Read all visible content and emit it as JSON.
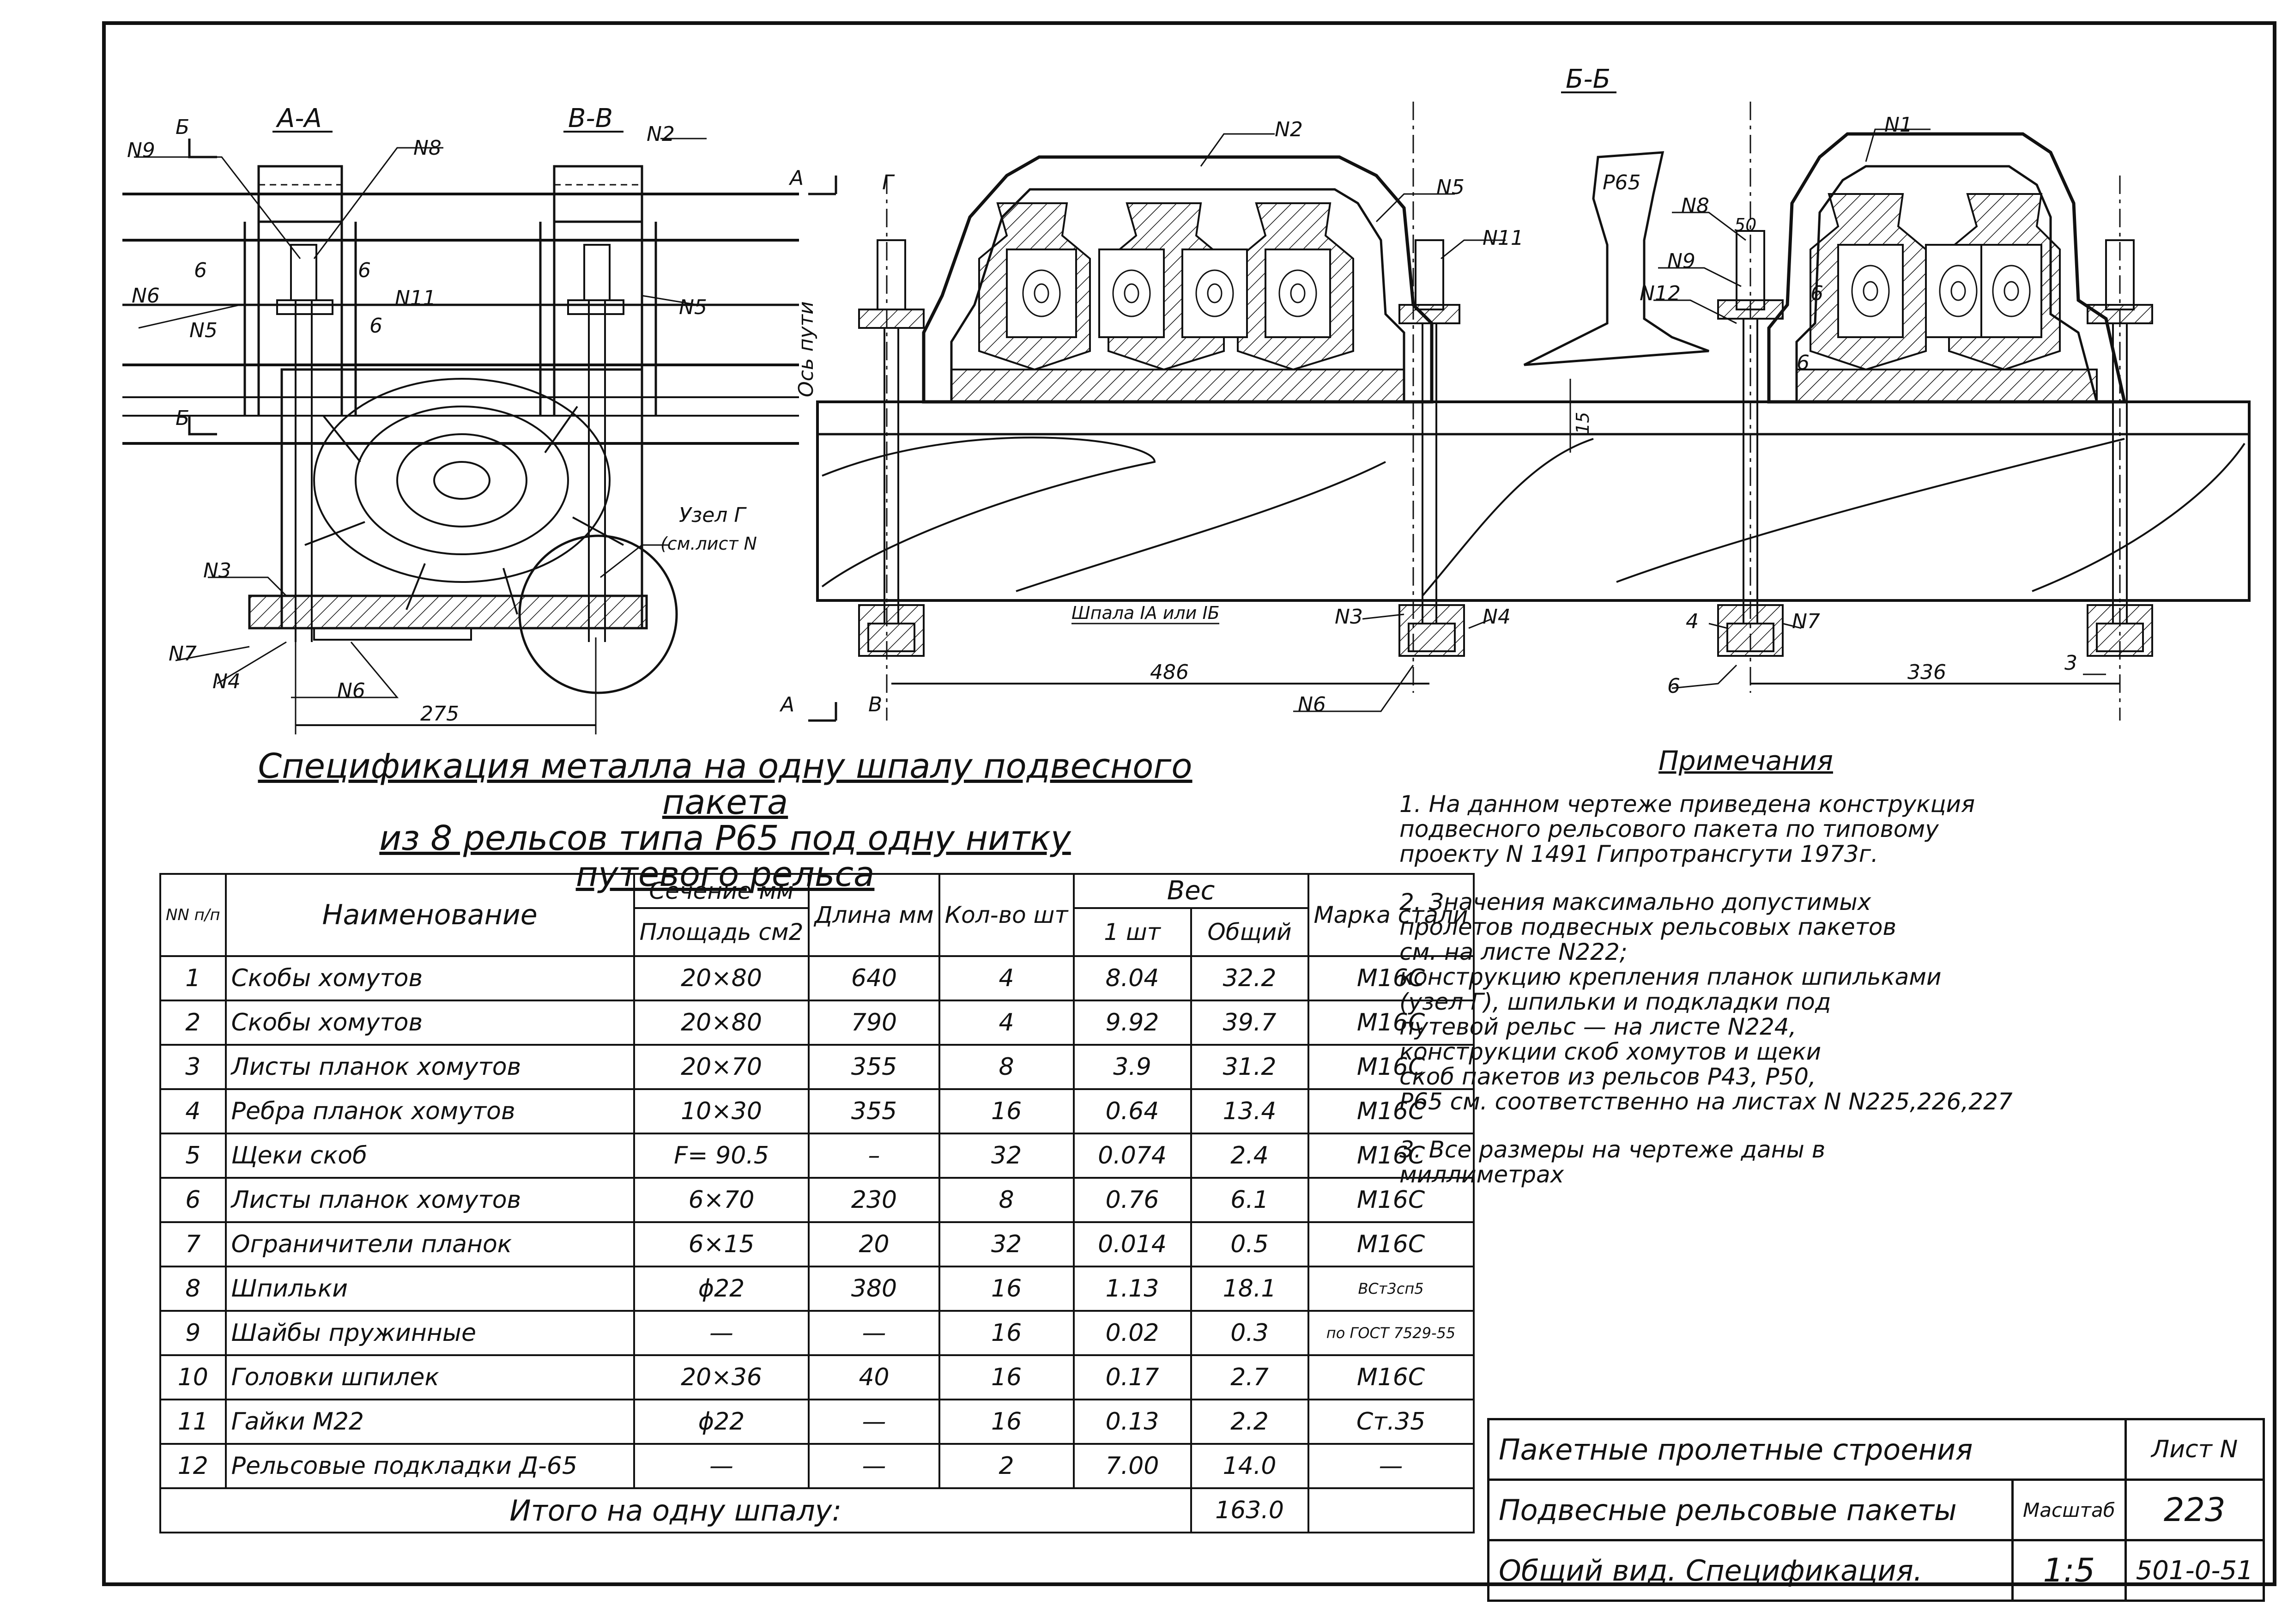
{
  "drawing": {
    "views": {
      "section_aa": "А-А",
      "section_vv": "В-В",
      "section_bb": "Б-Б"
    },
    "labels": {
      "n1": "N1",
      "n2": "N2",
      "n3": "N3",
      "n4": "N4",
      "n5": "N5",
      "n6": "N6",
      "n7": "N7",
      "n8": "N8",
      "n9": "N9",
      "n11": "N11",
      "n12": "N12",
      "b": "Б",
      "a": "А",
      "v": "В",
      "g": "Г",
      "six": "6",
      "four": "4",
      "three": "3",
      "rail": "Р65",
      "axis": "Ось пути",
      "node": "Узел Г",
      "node_ref": "(см.лист N",
      "sleeper": "Шпала IА или IБ",
      "fifteen": "15",
      "fifty": "50"
    },
    "dimensions": {
      "d275": "275",
      "d486": "486",
      "d336": "336"
    }
  },
  "spec": {
    "title_lines": [
      "Спецификация металла на одну шпалу подвесного пакета",
      "из 8 рельсов типа Р65 под одну нитку",
      "путевого рельса"
    ],
    "headers": {
      "nn": "NN п/п",
      "name": "Наименование",
      "section": "Сечение мм",
      "area": "Площадь см2",
      "length": "Длина мм",
      "qty": "Кол-во шт",
      "weight": "Вес",
      "w1": "1 шт",
      "wt": "Общий",
      "steel": "Марка стали"
    },
    "rows": [
      {
        "n": "1",
        "name": "Скобы хомутов",
        "sec": "20×80",
        "len": "640",
        "qty": "4",
        "w1": "8.04",
        "wt": "32.2",
        "steel": "М16С"
      },
      {
        "n": "2",
        "name": "Скобы хомутов",
        "sec": "20×80",
        "len": "790",
        "qty": "4",
        "w1": "9.92",
        "wt": "39.7",
        "steel": "М16С"
      },
      {
        "n": "3",
        "name": "Листы планок хомутов",
        "sec": "20×70",
        "len": "355",
        "qty": "8",
        "w1": "3.9",
        "wt": "31.2",
        "steel": "М16С"
      },
      {
        "n": "4",
        "name": "Ребра планок хомутов",
        "sec": "10×30",
        "len": "355",
        "qty": "16",
        "w1": "0.64",
        "wt": "13.4",
        "steel": "М16С"
      },
      {
        "n": "5",
        "name": "Щеки скоб",
        "sec": "F= 90.5",
        "len": "–",
        "qty": "32",
        "w1": "0.074",
        "wt": "2.4",
        "steel": "М16С"
      },
      {
        "n": "6",
        "name": "Листы планок хомутов",
        "sec": "6×70",
        "len": "230",
        "qty": "8",
        "w1": "0.76",
        "wt": "6.1",
        "steel": "М16С"
      },
      {
        "n": "7",
        "name": "Ограничители планок",
        "sec": "6×15",
        "len": "20",
        "qty": "32",
        "w1": "0.014",
        "wt": "0.5",
        "steel": "М16С"
      },
      {
        "n": "8",
        "name": "Шпильки",
        "sec": "ϕ22",
        "len": "380",
        "qty": "16",
        "w1": "1.13",
        "wt": "18.1",
        "steel": "ВСт3сп5"
      },
      {
        "n": "9",
        "name": "Шайбы пружинные",
        "sec": "—",
        "len": "—",
        "qty": "16",
        "w1": "0.02",
        "wt": "0.3",
        "steel": "по ГОСТ 7529-55"
      },
      {
        "n": "10",
        "name": "Головки шпилек",
        "sec": "20×36",
        "len": "40",
        "qty": "16",
        "w1": "0.17",
        "wt": "2.7",
        "steel": "М16С"
      },
      {
        "n": "11",
        "name": "Гайки М22",
        "sec": "ϕ22",
        "len": "—",
        "qty": "16",
        "w1": "0.13",
        "wt": "2.2",
        "steel": "Ст.35"
      },
      {
        "n": "12",
        "name": "Рельсовые подкладки Д-65",
        "sec": "—",
        "len": "—",
        "qty": "2",
        "w1": "7.00",
        "wt": "14.0",
        "steel": "—"
      }
    ],
    "total_label": "Итого на одну шпалу:",
    "total_value": "163.0"
  },
  "notes": {
    "heading": "Примечания",
    "items": [
      "1. На данном чертеже приведена конструкция\n   подвесного рельсового пакета по типовому\n   проекту N 1491 Гипротрансгути 1973г.",
      "2. Значения максимально допустимых\n   пролетов подвесных рельсовых пакетов\n   см. на листе N222;\n   конструкцию крепления планок шпильками\n   (узел Г), шпильки и подкладки под\n   путевой рельс — на листе N224,\n   конструкции скоб хомутов и щеки\n   скоб пакетов из рельсов Р43, Р50,\n   Р65 см. соответственно на листах N N225,226,227",
      "3. Все размеры на чертеже даны в\n   миллиметрах"
    ]
  },
  "title_block": {
    "row1": "Пакетные пролетные строения",
    "row2": "Подвесные рельсовые пакеты",
    "row3": "Общий вид. Спецификация.",
    "sheet_label": "Лист N",
    "sheet_no": "223",
    "scale_label": "Масштаб",
    "scale": "1:5",
    "code": "501-0-51"
  }
}
